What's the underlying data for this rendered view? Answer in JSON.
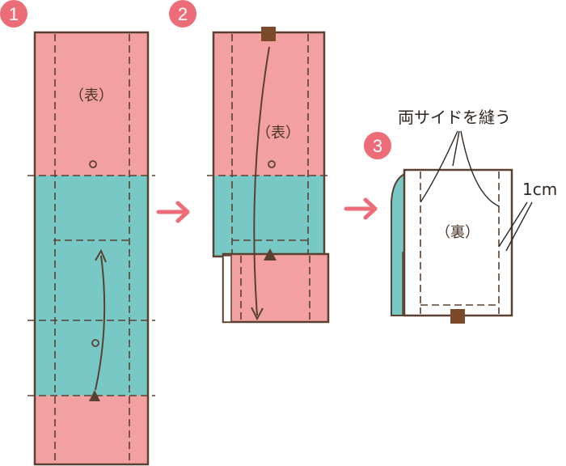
{
  "steps": [
    {
      "number": "1",
      "face_label": "（表）"
    },
    {
      "number": "2",
      "face_label": "（表）"
    },
    {
      "number": "3",
      "face_label": "（裏）"
    }
  ],
  "annotations": {
    "sew_sides": "両サイドを縫う",
    "seam_width": "1cm"
  },
  "colors": {
    "pink": "#f2a0a0",
    "teal": "#78c9c6",
    "outline": "#5a4030",
    "badge": "#ec6d78",
    "arrow": "#ec6d78",
    "tab": "#7a4a2a"
  }
}
